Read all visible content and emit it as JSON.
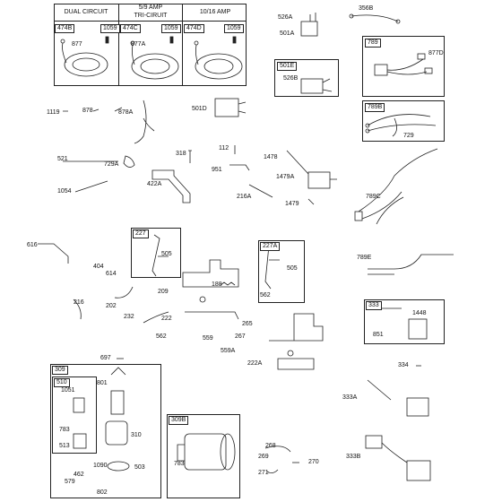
{
  "headers": {
    "dual": "DUAL CIRCUIT",
    "tri_amp": "5/9   AMP",
    "tri_name": "TRI-CIRUIT",
    "amp16": "10/16 AMP"
  },
  "tags": {
    "t474b": "474B",
    "t1059a": "1059",
    "t474c": "474C",
    "t1059b": "1059",
    "t474d": "474D",
    "t1059c": "1059",
    "t789": "789",
    "t501e": "501E",
    "t789b": "789B",
    "t227": "227",
    "t227a": "227A",
    "t333": "333",
    "t309": "309",
    "t510": "510",
    "t309b": "309B"
  },
  "labels": {
    "l526a": "526A",
    "l501a": "501A",
    "l356b": "356B",
    "l877": "877",
    "l877a": "877A",
    "l877d": "877D",
    "l526b": "526B",
    "l1119": "1119",
    "l878": "878",
    "l878a": "878A",
    "l501d": "501D",
    "l729": "729",
    "l521": "521",
    "l729a": "729A",
    "l318": "318",
    "l112": "112",
    "l951": "951",
    "l1478": "1478",
    "l1479a": "1479A",
    "l1479": "1479",
    "l422a": "422A",
    "l1054": "1054",
    "l216a": "216A",
    "l789c": "789C",
    "l616": "616",
    "l404": "404",
    "l614": "614",
    "l505a": "505",
    "l505b": "505",
    "l789e": "789E",
    "l188": "188",
    "l209": "209",
    "l562a": "562",
    "l216": "216",
    "l202": "202",
    "l232": "232",
    "l222": "222",
    "l265": "265",
    "l267": "267",
    "l559": "559",
    "l559a": "559A",
    "l562b": "562",
    "l222a": "222A",
    "l1448": "1448",
    "l851": "851",
    "l697": "697",
    "l334": "334",
    "l1051": "1051",
    "l801": "801",
    "l783a": "783",
    "l513": "513",
    "l310": "310",
    "l333a": "333A",
    "l1090": "1090",
    "l503": "503",
    "l462": "462",
    "l579": "579",
    "l802": "802",
    "l783b": "783",
    "l268": "268",
    "l269": "269",
    "l270": "270",
    "l271": "271",
    "l333b": "333B"
  }
}
